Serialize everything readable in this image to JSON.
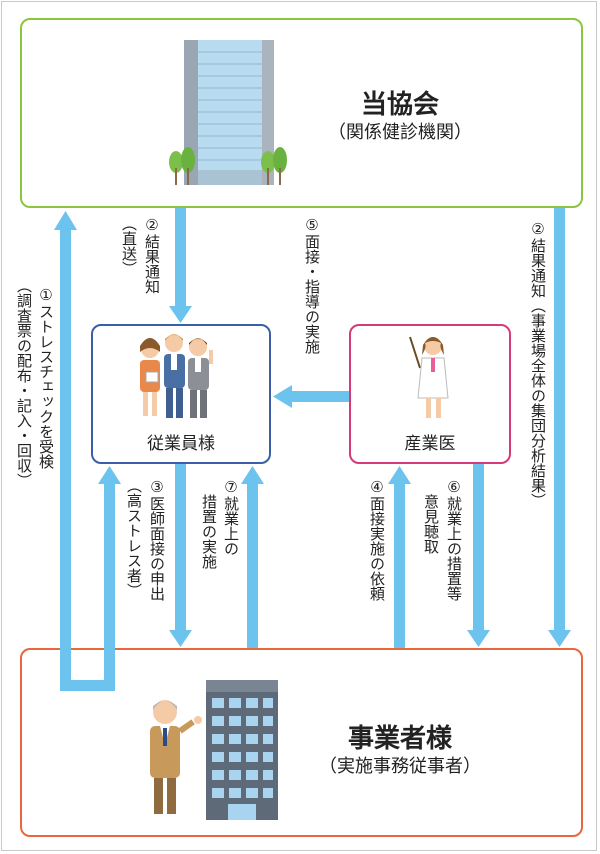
{
  "nodes": {
    "association": {
      "title": "当協会",
      "subtitle": "（関係健診機関）"
    },
    "employee": {
      "label": "従業員様"
    },
    "doctor": {
      "label": "産業医"
    },
    "employer": {
      "title": "事業者様",
      "subtitle": "（実施事務従事者）"
    }
  },
  "steps": {
    "s1_main": "①ストレスチェックを受検",
    "s1_sub": "（調査票の配布・記入・回収）",
    "s2_left_main": "②結果通知",
    "s2_left_sub": "（直送）",
    "s2_right": "②結果通知（事業場全体の集団分析結果）",
    "s5": "⑤面接・指導の実施",
    "s3_main": "③医師面接の申出",
    "s3_sub": "（高ストレス者）",
    "s7_main": "⑦就業上の",
    "s7_sub": "措置の実施",
    "s4": "④面接実施の依頼",
    "s6_main": "⑥就業上の措置等",
    "s6_sub": "意見聴取"
  },
  "colors": {
    "arrow": "#6cc3ee",
    "association_border": "#8cc63f",
    "employer_border": "#e8673b",
    "employee_border": "#3a5fa8",
    "doctor_border": "#d63a78"
  }
}
